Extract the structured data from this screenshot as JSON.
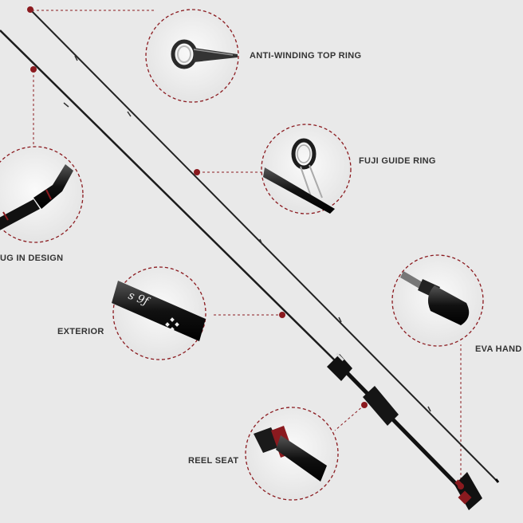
{
  "labels": {
    "top_ring": "ANTI-WINDING TOP RING",
    "guide_ring": "FUJI GUIDE RING",
    "plug_in": "UG IN DESIGN",
    "exterior": "EXTERIOR",
    "eva_handle": "EVA HAND",
    "reel_seat": "REEL SEAT"
  },
  "colors": {
    "background": "#e9e9e9",
    "accent": "#8b1a1f",
    "rod": "#1a1a1a"
  }
}
